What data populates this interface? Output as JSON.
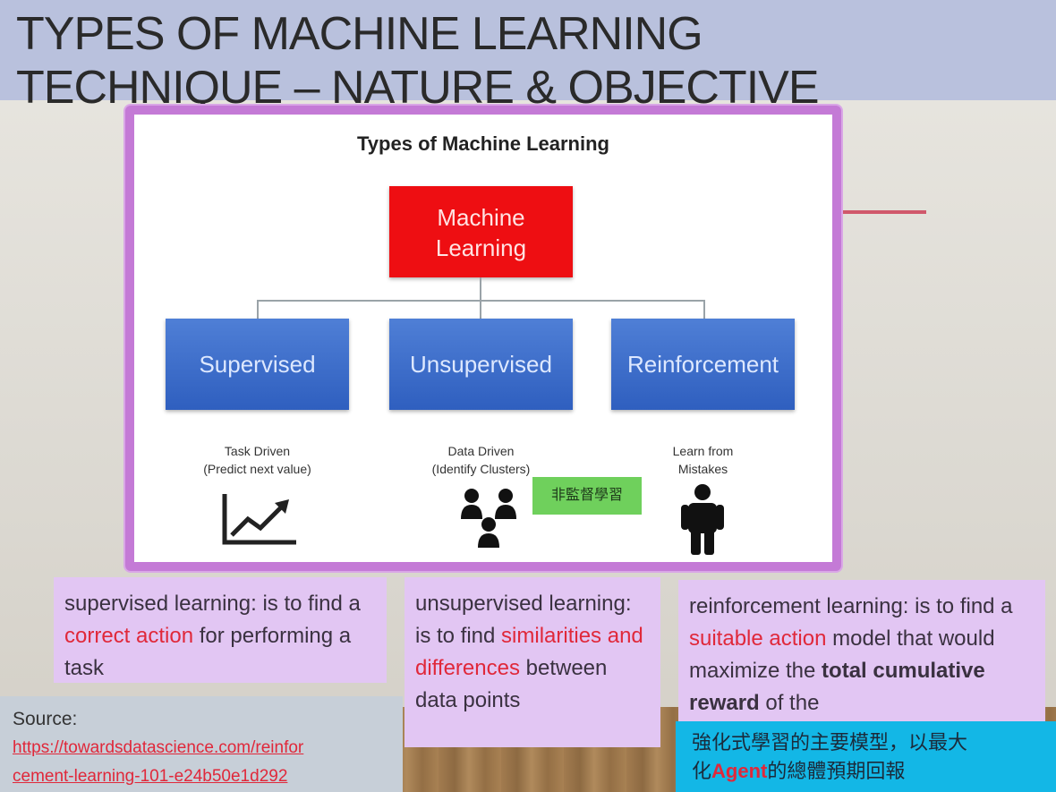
{
  "slide": {
    "title_line1": "TYPES OF MACHINE LEARNING",
    "title_line2": "TECHNIQUE – NATURE & OBJECTIVE"
  },
  "diagram": {
    "title": "Types of Machine Learning",
    "root_line1": "Machine",
    "root_line2": "Learning",
    "nodes": [
      {
        "label": "Supervised",
        "caption_line1": "Task Driven",
        "caption_line2": "(Predict next value)",
        "icon": "trend-chart-icon"
      },
      {
        "label": "Unsupervised",
        "caption_line1": "Data Driven",
        "caption_line2": "(Identify Clusters)",
        "icon": "people-cluster-icon"
      },
      {
        "label": "Reinforcement",
        "caption_line1": "Learn from",
        "caption_line2": "Mistakes",
        "icon": "person-icon"
      }
    ],
    "badge": "非監督學習"
  },
  "cards": {
    "supervised": {
      "part1": "supervised learning: is to find a ",
      "highlight": "correct action",
      "part2": " for performing a task"
    },
    "unsupervised": {
      "part1": "unsupervised learning: is to find ",
      "highlight": "similarities and differences",
      "part2": " between data points"
    },
    "reinforcement": {
      "part1": "reinforcement learning: is to find a ",
      "highlight": "suitable action",
      "part2": " model that would maximize the ",
      "bold": "total cumulative reward",
      "part3": " of the"
    }
  },
  "source": {
    "label": "Source:",
    "link_line1": "https://towardsdatascience.com/reinfor",
    "link_line2": "cement-learning-101-e24b50e1d292"
  },
  "chinese_note": {
    "line1": "強化式學習的主要模型，以最大",
    "line2_prefix": "化",
    "agent": "Agent",
    "line2_suffix": "的總體預期回報"
  },
  "colors": {
    "title_bar": "#b9c1dd",
    "root_node": "#ee0e12",
    "child_node": "#2f5fbf",
    "frame": "#c47ad6",
    "card": "#e2c6f3",
    "highlight": "#e0283a",
    "badge": "#6fd05c",
    "cn_box": "#13b7e6"
  }
}
